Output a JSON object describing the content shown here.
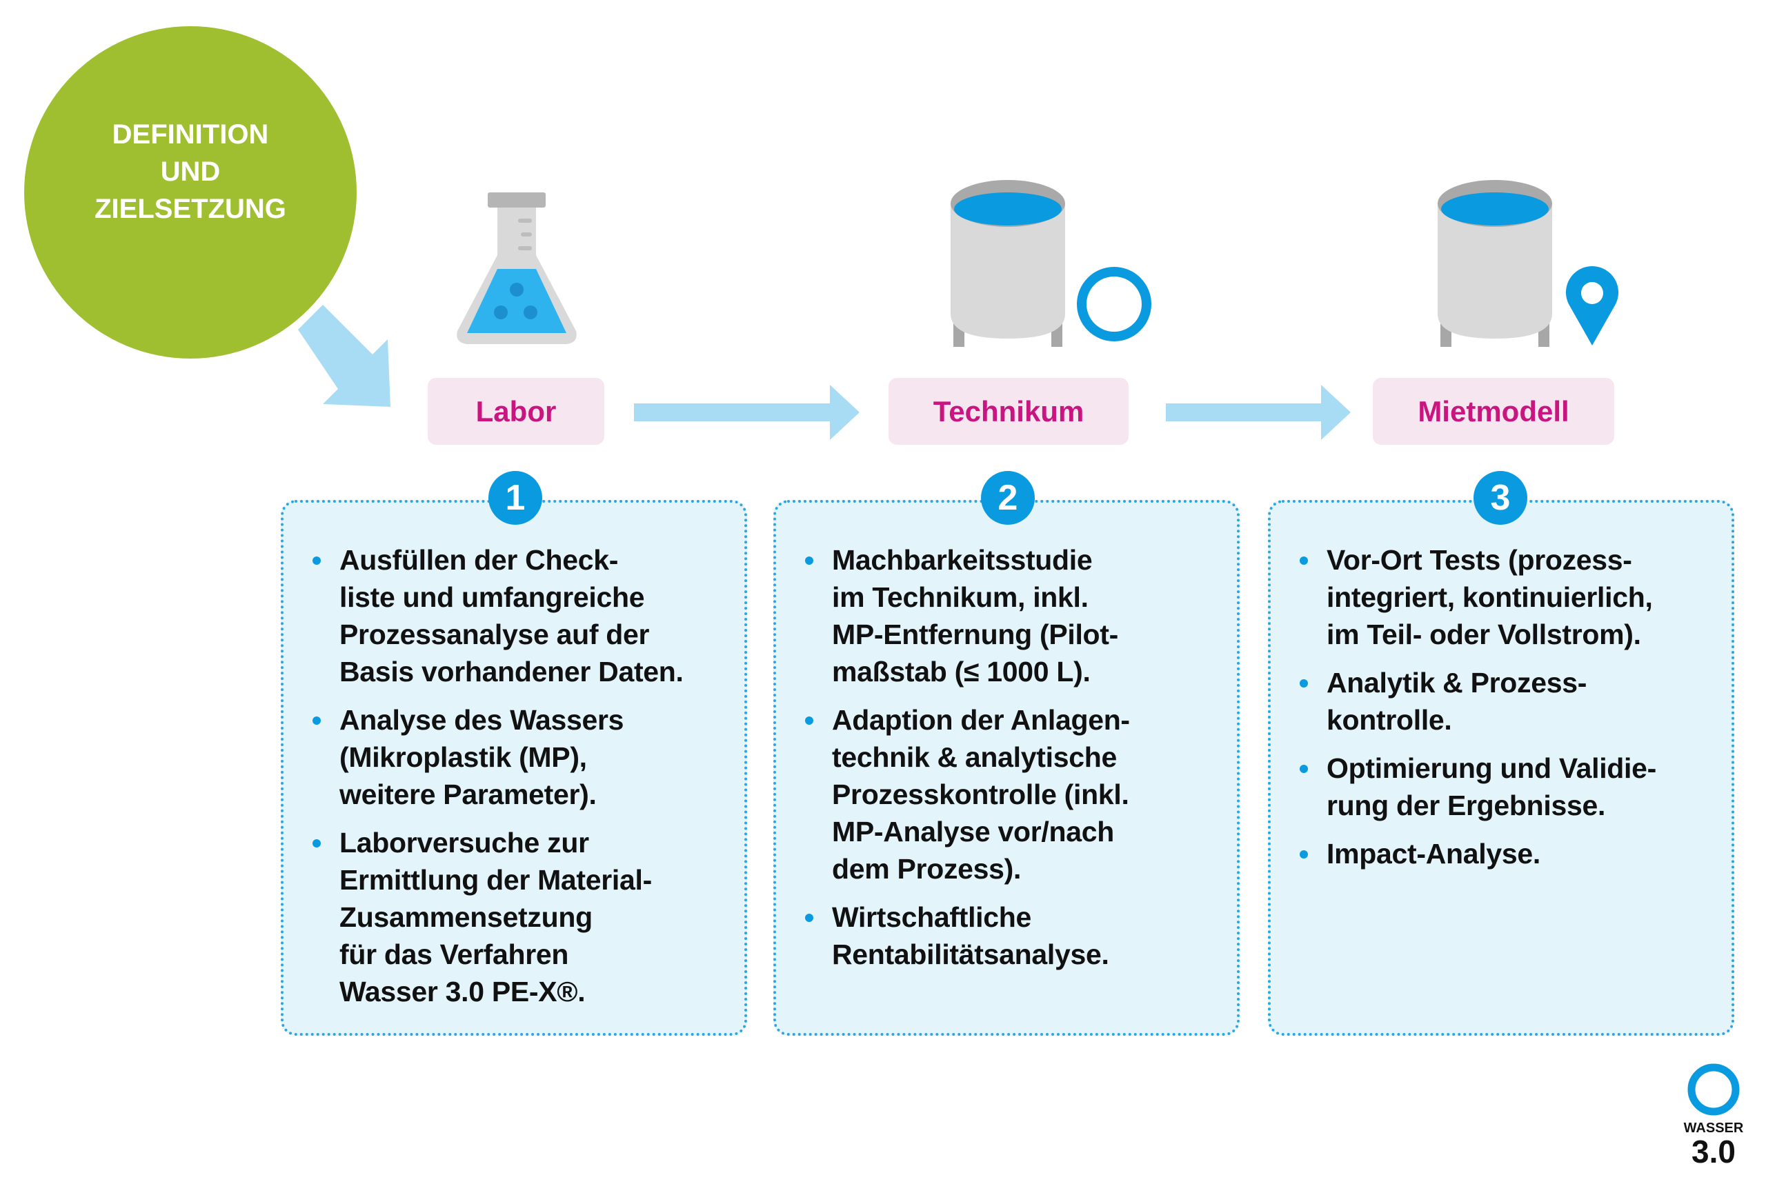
{
  "goal": {
    "lines": [
      "DEFINITION",
      "UND",
      "ZIELSETZUNG"
    ]
  },
  "stages": [
    {
      "label": "Labor",
      "number": "1"
    },
    {
      "label": "Technikum",
      "number": "2"
    },
    {
      "label": "Mietmodell",
      "number": "3"
    }
  ],
  "panels": [
    {
      "items": [
        {
          "lines": [
            "Ausfüllen der Check-",
            "liste und umfangreiche",
            "Prozessanalyse auf der",
            "Basis vorhandener Daten."
          ]
        },
        {
          "lines": [
            "Analyse des Wassers",
            "(Mikroplastik (MP),",
            "weitere Parameter)."
          ]
        },
        {
          "lines": [
            "Laborversuche zur",
            "Ermittlung der Material-",
            "Zusammensetzung",
            "für das Verfahren",
            "Wasser 3.0 PE-X®."
          ]
        }
      ]
    },
    {
      "items": [
        {
          "lines": [
            "Machbarkeitsstudie",
            "im Technikum, inkl.",
            "MP-Entfernung (Pilot-",
            "maßstab (≤ 1000 L)."
          ]
        },
        {
          "lines": [
            "Adaption der Anlagen-",
            "technik & analytische",
            "Prozesskontrolle (inkl.",
            "MP-Analyse vor/nach",
            "dem Prozess)."
          ]
        },
        {
          "lines": [
            "Wirtschaftliche",
            "Rentabilitätsanalyse."
          ]
        }
      ]
    },
    {
      "items": [
        {
          "lines": [
            "Vor-Ort Tests (prozess-",
            "integriert, kontinuierlich,",
            "im Teil- oder Vollstrom)."
          ]
        },
        {
          "lines": [
            "Analytik & Prozess-",
            "kontrolle."
          ]
        },
        {
          "lines": [
            "Optimierung und Validie-",
            "rung der Ergebnisse."
          ]
        },
        {
          "lines": [
            "Impact-Analyse."
          ]
        }
      ]
    }
  ],
  "logo": {
    "word": "WASSER",
    "version": "3.0"
  },
  "colors": {
    "green": "#a0bf30",
    "blue": "#0a9ae0",
    "magenta": "#c8157f",
    "arrow": "#a8dcf4",
    "panel": "#e4f4fb"
  }
}
